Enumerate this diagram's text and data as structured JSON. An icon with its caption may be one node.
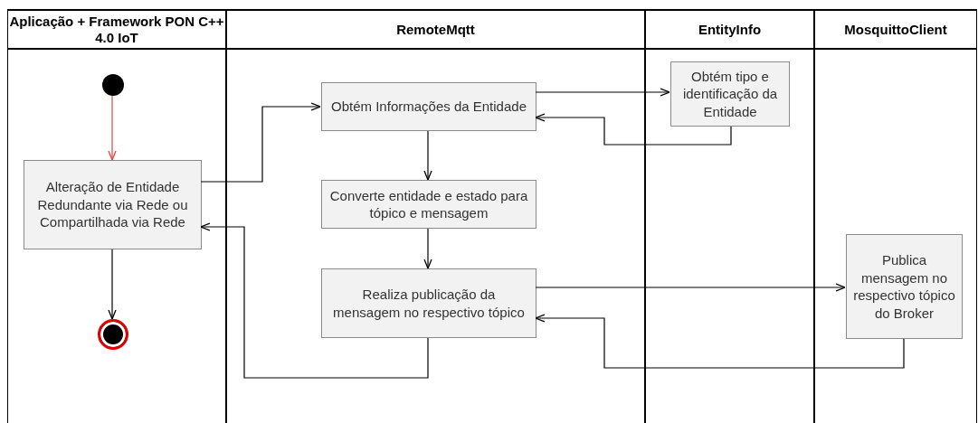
{
  "diagram": {
    "nodes": [
      {
        "text": [
          "Aplicação + Framework PON C++ 4.0 IoT"
        ]
      },
      {
        "text": [
          "RemoteMqtt"
        ]
      },
      {
        "text": [
          "EntityInfo"
        ]
      },
      {
        "text": [
          "MosquittoClient"
        ]
      },
      {
        "text": [],
        "shape": "circle",
        "in": 0
      },
      {
        "text": [
          "Alteração de Entidade Redundante via Rede ou Compartilhada via Rede"
        ],
        "in": 0
      },
      {
        "text": [],
        "shape": "bullseye",
        "in": 0
      },
      {
        "text": [
          "Obtém Informações da Entidade"
        ],
        "in": 1
      },
      {
        "text": [
          "Obtém tipo e identificação da Entidade"
        ],
        "in": 2
      },
      {
        "text": [
          "Converte entidade e estado para tópico e mensagem"
        ],
        "in": 1
      },
      {
        "text": [
          "Realiza publicação da mensagem no respectivo tópico"
        ],
        "in": 1
      },
      {
        "text": [
          "Publica mensagem no respectivo tópico do Broker"
        ],
        "in": 3
      }
    ],
    "edges": [
      {
        "from": 4,
        "to": 5,
        "arrow": "to",
        "color": "#e8403a"
      },
      {
        "from": 5,
        "to": 6,
        "arrow": "to"
      },
      {
        "from": 5,
        "to": 7,
        "arrow": "to"
      },
      {
        "from": 7,
        "to": 8,
        "arrow": "to"
      },
      {
        "from": 8,
        "to": 7,
        "arrow": "to"
      },
      {
        "from": 7,
        "to": 9,
        "arrow": "to"
      },
      {
        "from": 9,
        "to": 10,
        "arrow": "to"
      },
      {
        "from": 10,
        "to": 11,
        "arrow": "to"
      },
      {
        "from": 11,
        "to": 10,
        "arrow": "to"
      },
      {
        "from": 10,
        "to": 5,
        "arrow": "to"
      }
    ]
  }
}
